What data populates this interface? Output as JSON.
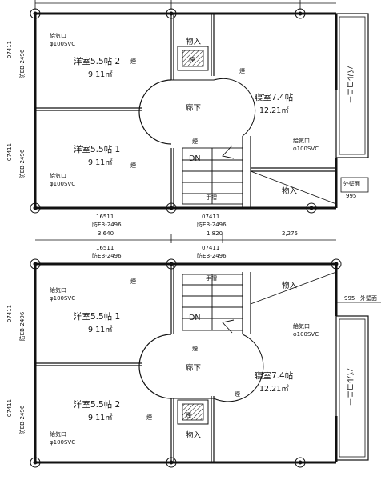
{
  "floors": [
    {
      "rooms": {
        "west_top": {
          "name": "洋室5.5帖 2",
          "area": "9.11㎡"
        },
        "west_bottom": {
          "name": "洋室5.5帖 1",
          "area": "9.11㎡"
        },
        "bedroom": {
          "name": "寝室7.4帖",
          "area": "12.21㎡"
        }
      },
      "labels": {
        "closet": "物入",
        "hall": "廊下",
        "down": "DN",
        "handrail": "手摺",
        "storage": "物入",
        "balcony": "バルコニー",
        "smoke": "煙",
        "exterior_wall": "外壁面",
        "exterior_wall_value": "995"
      },
      "vents": {
        "top": [
          "給気口",
          "φ100SVC"
        ],
        "bottom": [
          "給気口",
          "φ100SVC"
        ],
        "right": [
          "給気口",
          "φ100SVC"
        ]
      },
      "side_codes": {
        "upper": [
          "07411",
          "防EB-2496"
        ],
        "lower": [
          "07411",
          "防EB-2496"
        ]
      },
      "bottom_dims": {
        "code_left": [
          "16511",
          "防EB-2496"
        ],
        "code_right": [
          "07411",
          "防EB-2496"
        ],
        "spans": [
          "3,640",
          "1,820",
          "2,275"
        ]
      }
    },
    {
      "top_codes": {
        "left": [
          "16511",
          "防EB-2496"
        ],
        "right": [
          "07411",
          "防EB-2496"
        ]
      },
      "rooms": {
        "west_top": {
          "name": "洋室5.5帖 1",
          "area": "9.11㎡"
        },
        "west_bottom": {
          "name": "洋室5.5帖 2",
          "area": "9.11㎡"
        },
        "bedroom": {
          "name": "寝室7.4帖",
          "area": "12.21㎡"
        }
      },
      "labels": {
        "handrail": "手摺",
        "storage": "物入",
        "down": "DN",
        "hall": "廊下",
        "closet": "物入",
        "balcony": "バルコニー",
        "smoke": "煙",
        "exterior_wall_value": "995",
        "exterior_wall": "外壁面"
      },
      "vents": {
        "top": [
          "給気口",
          "φ100SVC"
        ],
        "bottom": [
          "給気口",
          "φ100SVC"
        ],
        "right": [
          "給気口",
          "φ100SVC"
        ]
      },
      "side_codes": {
        "upper": [
          "07411",
          "防EB-2496"
        ],
        "lower": [
          "07411",
          "防EB-2496"
        ]
      }
    }
  ]
}
